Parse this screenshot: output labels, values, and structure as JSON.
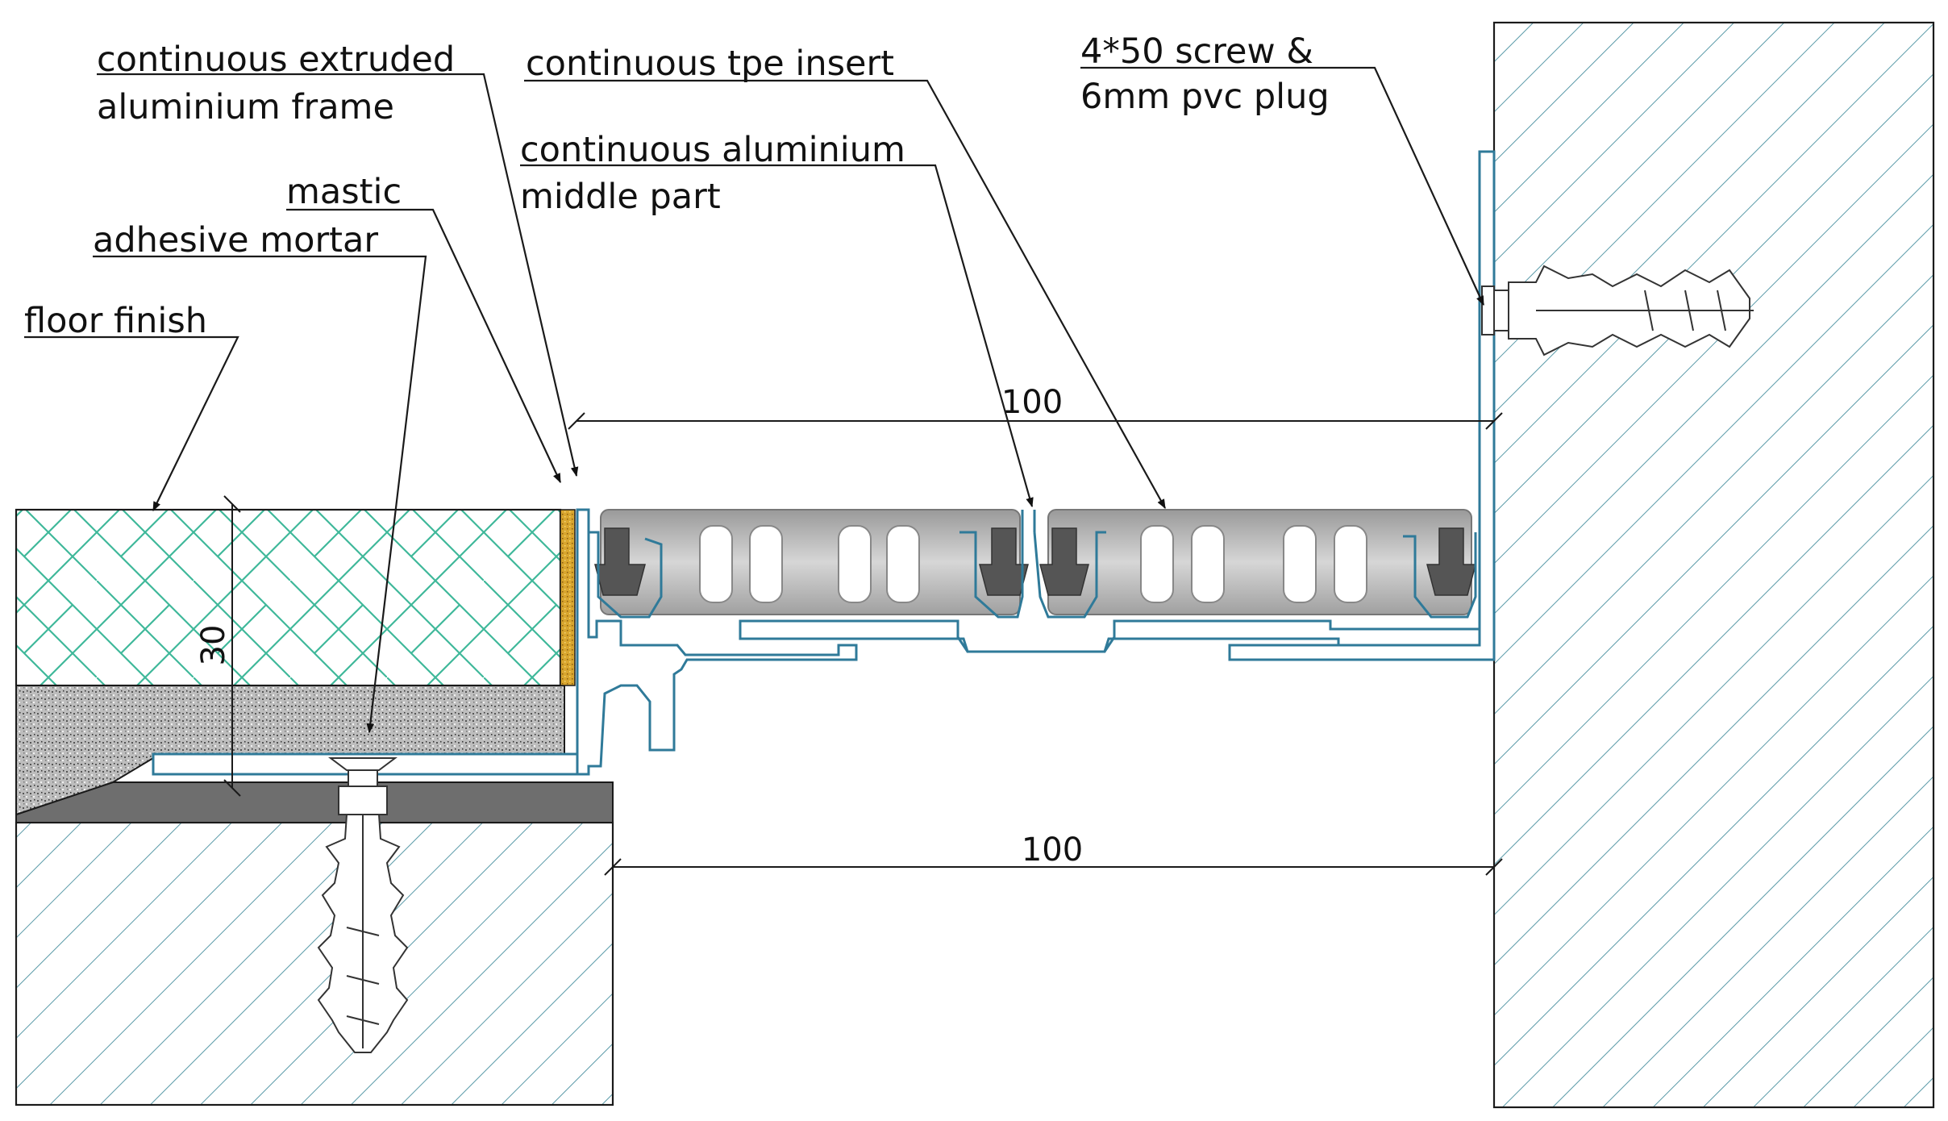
{
  "labels": {
    "frame_line1": "continuous extruded",
    "frame_line2": "aluminium  frame",
    "tpe": "continuous tpe insert",
    "middle_line1": "continuous aluminium",
    "middle_line2": "middle part",
    "screw_line1": "4*50 screw &",
    "screw_line2": "6mm pvc plug",
    "mastic": "mastic",
    "mortar": "adhesive mortar",
    "floor": "floor finish"
  },
  "dimensions": {
    "top_width": "100",
    "bottom_width": "100",
    "height": "30"
  },
  "colors": {
    "profile_stroke": "#2f7a99",
    "tile_pattern": "#3fb89a",
    "concrete_hatch": "#5a9aa8",
    "mastic": "#d9a62e",
    "mortar_base": "#b8b8b8",
    "screed": "#6e6e6e",
    "insert_gray": "#a8a8a8"
  }
}
